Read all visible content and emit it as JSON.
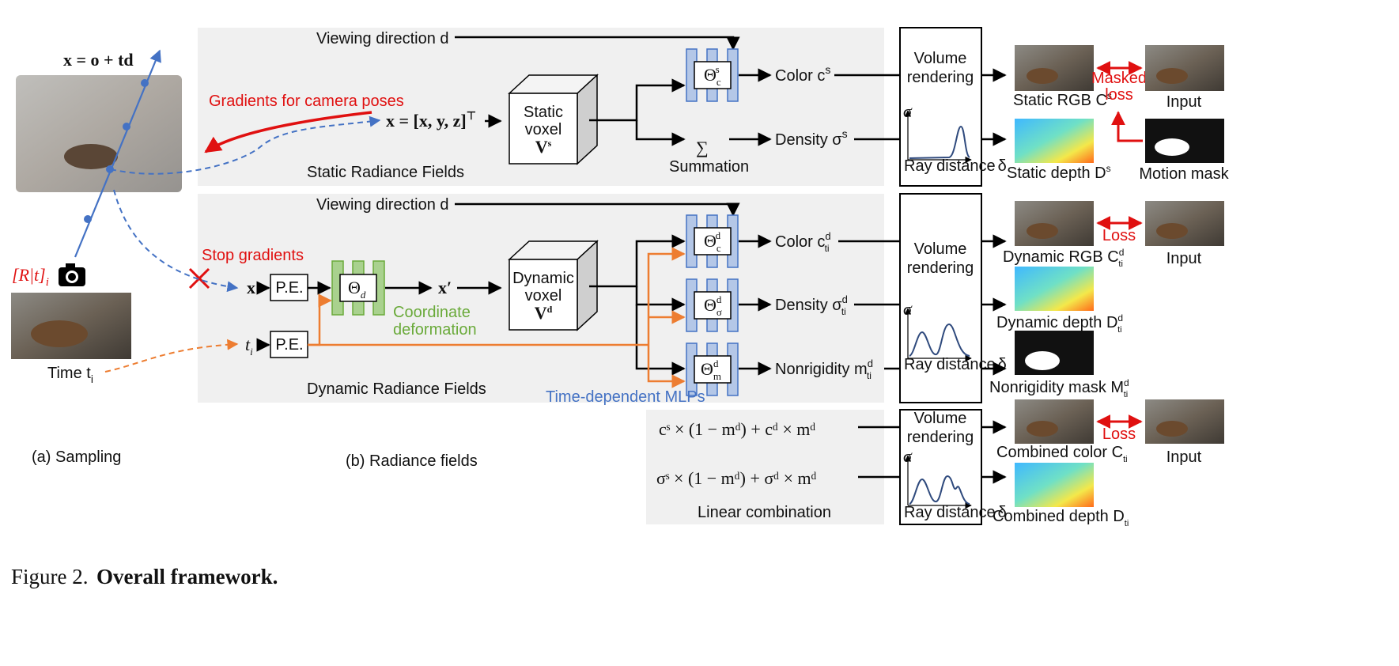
{
  "figure": {
    "caption_number": "Figure 2.",
    "caption_title": "Overall framework."
  },
  "sampling": {
    "ray_equation": "x = o + td",
    "camera_pose": "[R|t]",
    "camera_pose_sub": "i",
    "time_label": "Time t",
    "time_sub": "i",
    "section_label": "(a) Sampling"
  },
  "static_fields": {
    "viewing_direction": "Viewing direction d",
    "gradients_label": "Gradients for camera poses",
    "point": "x = [x, y, z]",
    "point_sup": "⊤",
    "voxel_line1": "Static",
    "voxel_line2": "voxel",
    "voxel_line3": "V",
    "voxel_sup": "s",
    "mlp_label": "Θ",
    "mlp_sub": "c",
    "mlp_sup": "s",
    "sum_symbol": "∑",
    "summation": "Summation",
    "color_out": "Color c",
    "color_sup": "s",
    "density_out": "Density σ",
    "density_sup": "s",
    "section_title": "Static Radiance Fields"
  },
  "dynamic_fields": {
    "viewing_direction": "Viewing direction d",
    "stop_gradients": "Stop gradients",
    "x_input": "x",
    "t_input": "t",
    "t_sub": "i",
    "pe_label": "P.E.",
    "deform_mlp": "Θ",
    "deform_sub": "d",
    "x_prime": "x′",
    "coord_line1": "Coordinate",
    "coord_line2": "deformation",
    "voxel_line1": "Dynamic",
    "voxel_line2": "voxel",
    "voxel_line3": "V",
    "voxel_sup": "d",
    "mlp_color": "Θ",
    "mlp_color_sub": "c",
    "mlp_density_sub": "σ",
    "mlp_nonrigid_sub": "m",
    "mlp_sup": "d",
    "color_out": "Color c",
    "density_out": "Density σ",
    "nonrigid_out": "Nonrigidity m",
    "out_sup": "d",
    "out_sub": "ti",
    "time_mlps": "Time-dependent MLPs",
    "section_title": "Dynamic Radiance Fields"
  },
  "combination": {
    "color_formula": "cˢ × (1 − mᵈ) + cᵈ × mᵈ",
    "density_formula": "σˢ × (1 − mᵈ) + σᵈ × mᵈ",
    "label": "Linear combination",
    "section_label": "(b) Radiance fields"
  },
  "rendering": {
    "line1": "Volume",
    "line2": "rendering",
    "sigma": "σ",
    "ray_distance": "Ray distance",
    "delta": "δ"
  },
  "outputs": {
    "static_rgb": "Static RGB C",
    "static_rgb_sup": "s",
    "masked_loss_1": "Masked",
    "masked_loss_2": "loss",
    "input": "Input",
    "static_depth": "Static depth D",
    "static_depth_sup": "s",
    "motion_mask": "Motion mask",
    "dynamic_rgb": "Dynamic RGB C",
    "loss": "Loss",
    "dynamic_depth": "Dynamic depth D",
    "nonrigidity_mask": "Nonrigidity mask M",
    "combined_color": "Combined color C",
    "combined_depth": "Combined depth D",
    "out_sup": "d",
    "out_sub": "ti",
    "combined_sub": "ti"
  },
  "colors": {
    "static_blue": "#4472c4",
    "mlp_fill": "#b4c7e7",
    "deform_green": "#a9d18e",
    "time_orange": "#ed7d31",
    "loss_red": "#e01010",
    "panel_gray": "#f0f0f0"
  }
}
